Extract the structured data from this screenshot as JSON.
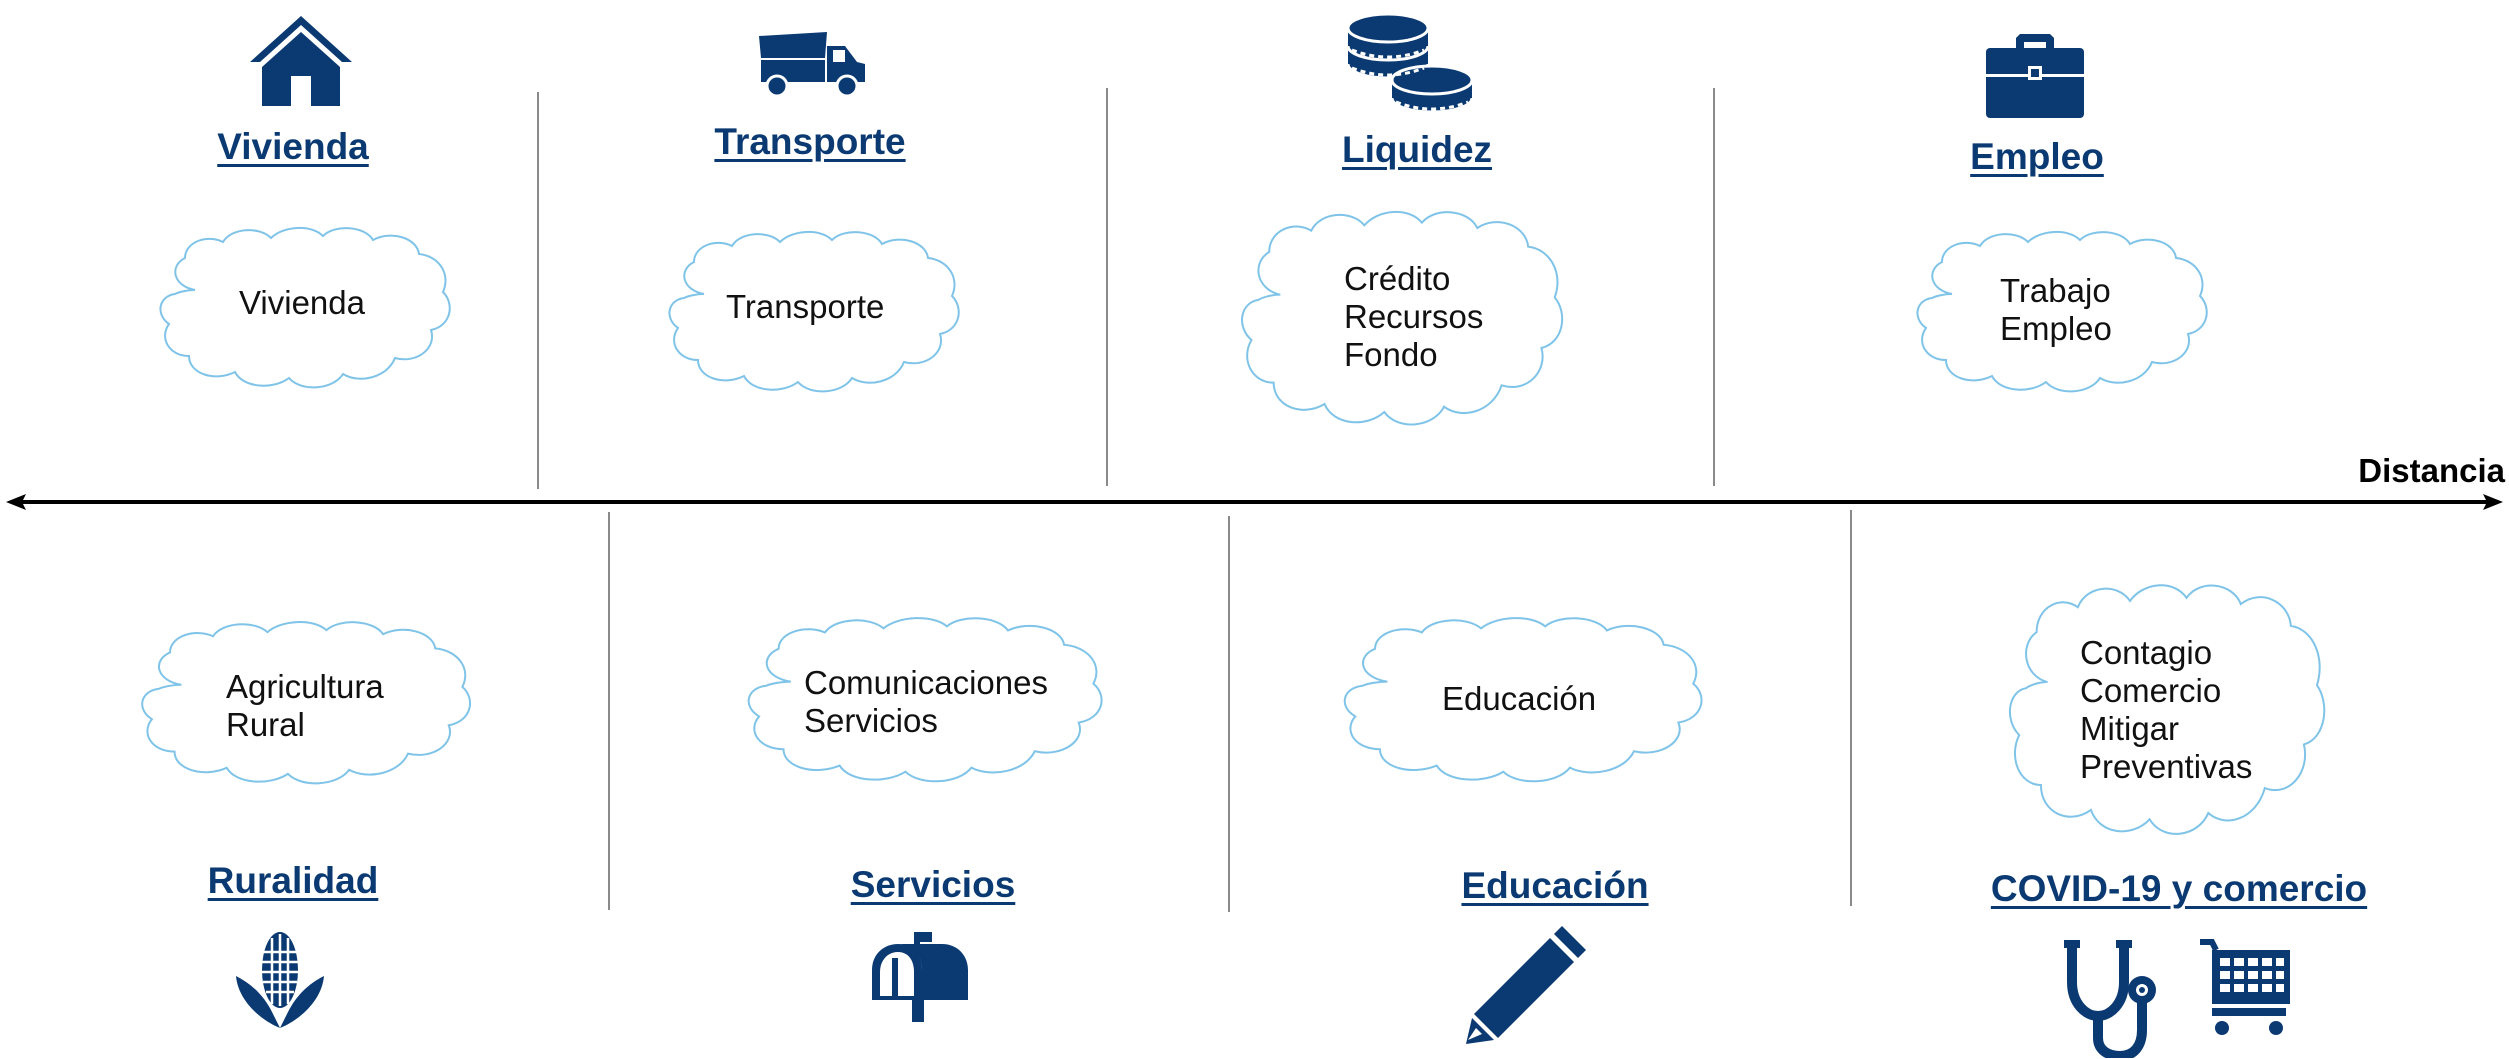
{
  "axis": {
    "label": "Distancia"
  },
  "top": [
    {
      "title": "Vivienda",
      "icon": "house-icon",
      "words": [
        "Vivienda"
      ]
    },
    {
      "title": "Transporte",
      "icon": "truck-icon",
      "words": [
        "Transporte"
      ]
    },
    {
      "title": "Liquidez",
      "icon": "coins-icon",
      "words": [
        "Crédito",
        "Recursos",
        "Fondo"
      ]
    },
    {
      "title": "Empleo",
      "icon": "briefcase-icon",
      "words": [
        "Trabajo",
        "Empleo"
      ]
    }
  ],
  "bottom": [
    {
      "title": "Ruralidad",
      "icon": "corn-icon",
      "words": [
        "Agricultura",
        "Rural"
      ]
    },
    {
      "title": "Servicios",
      "icon": "mailbox-icon",
      "words": [
        "Comunicaciones",
        "Servicios"
      ]
    },
    {
      "title": "Educación",
      "icon": "pencil-icon",
      "words": [
        "Educación"
      ]
    },
    {
      "title": "COVID-19 y comercio",
      "icon": "stethoscope-icon",
      "icon2": "shopping-cart-icon",
      "words": [
        "Contagio",
        "Comercio",
        "Mitigar",
        "Preventivas"
      ]
    }
  ],
  "colors": {
    "icon": "#0b3a73",
    "title": "#0b3a73",
    "cloud_stroke": "#7fc4e8",
    "axis": "#000000",
    "divider": "#8a8a8a"
  }
}
